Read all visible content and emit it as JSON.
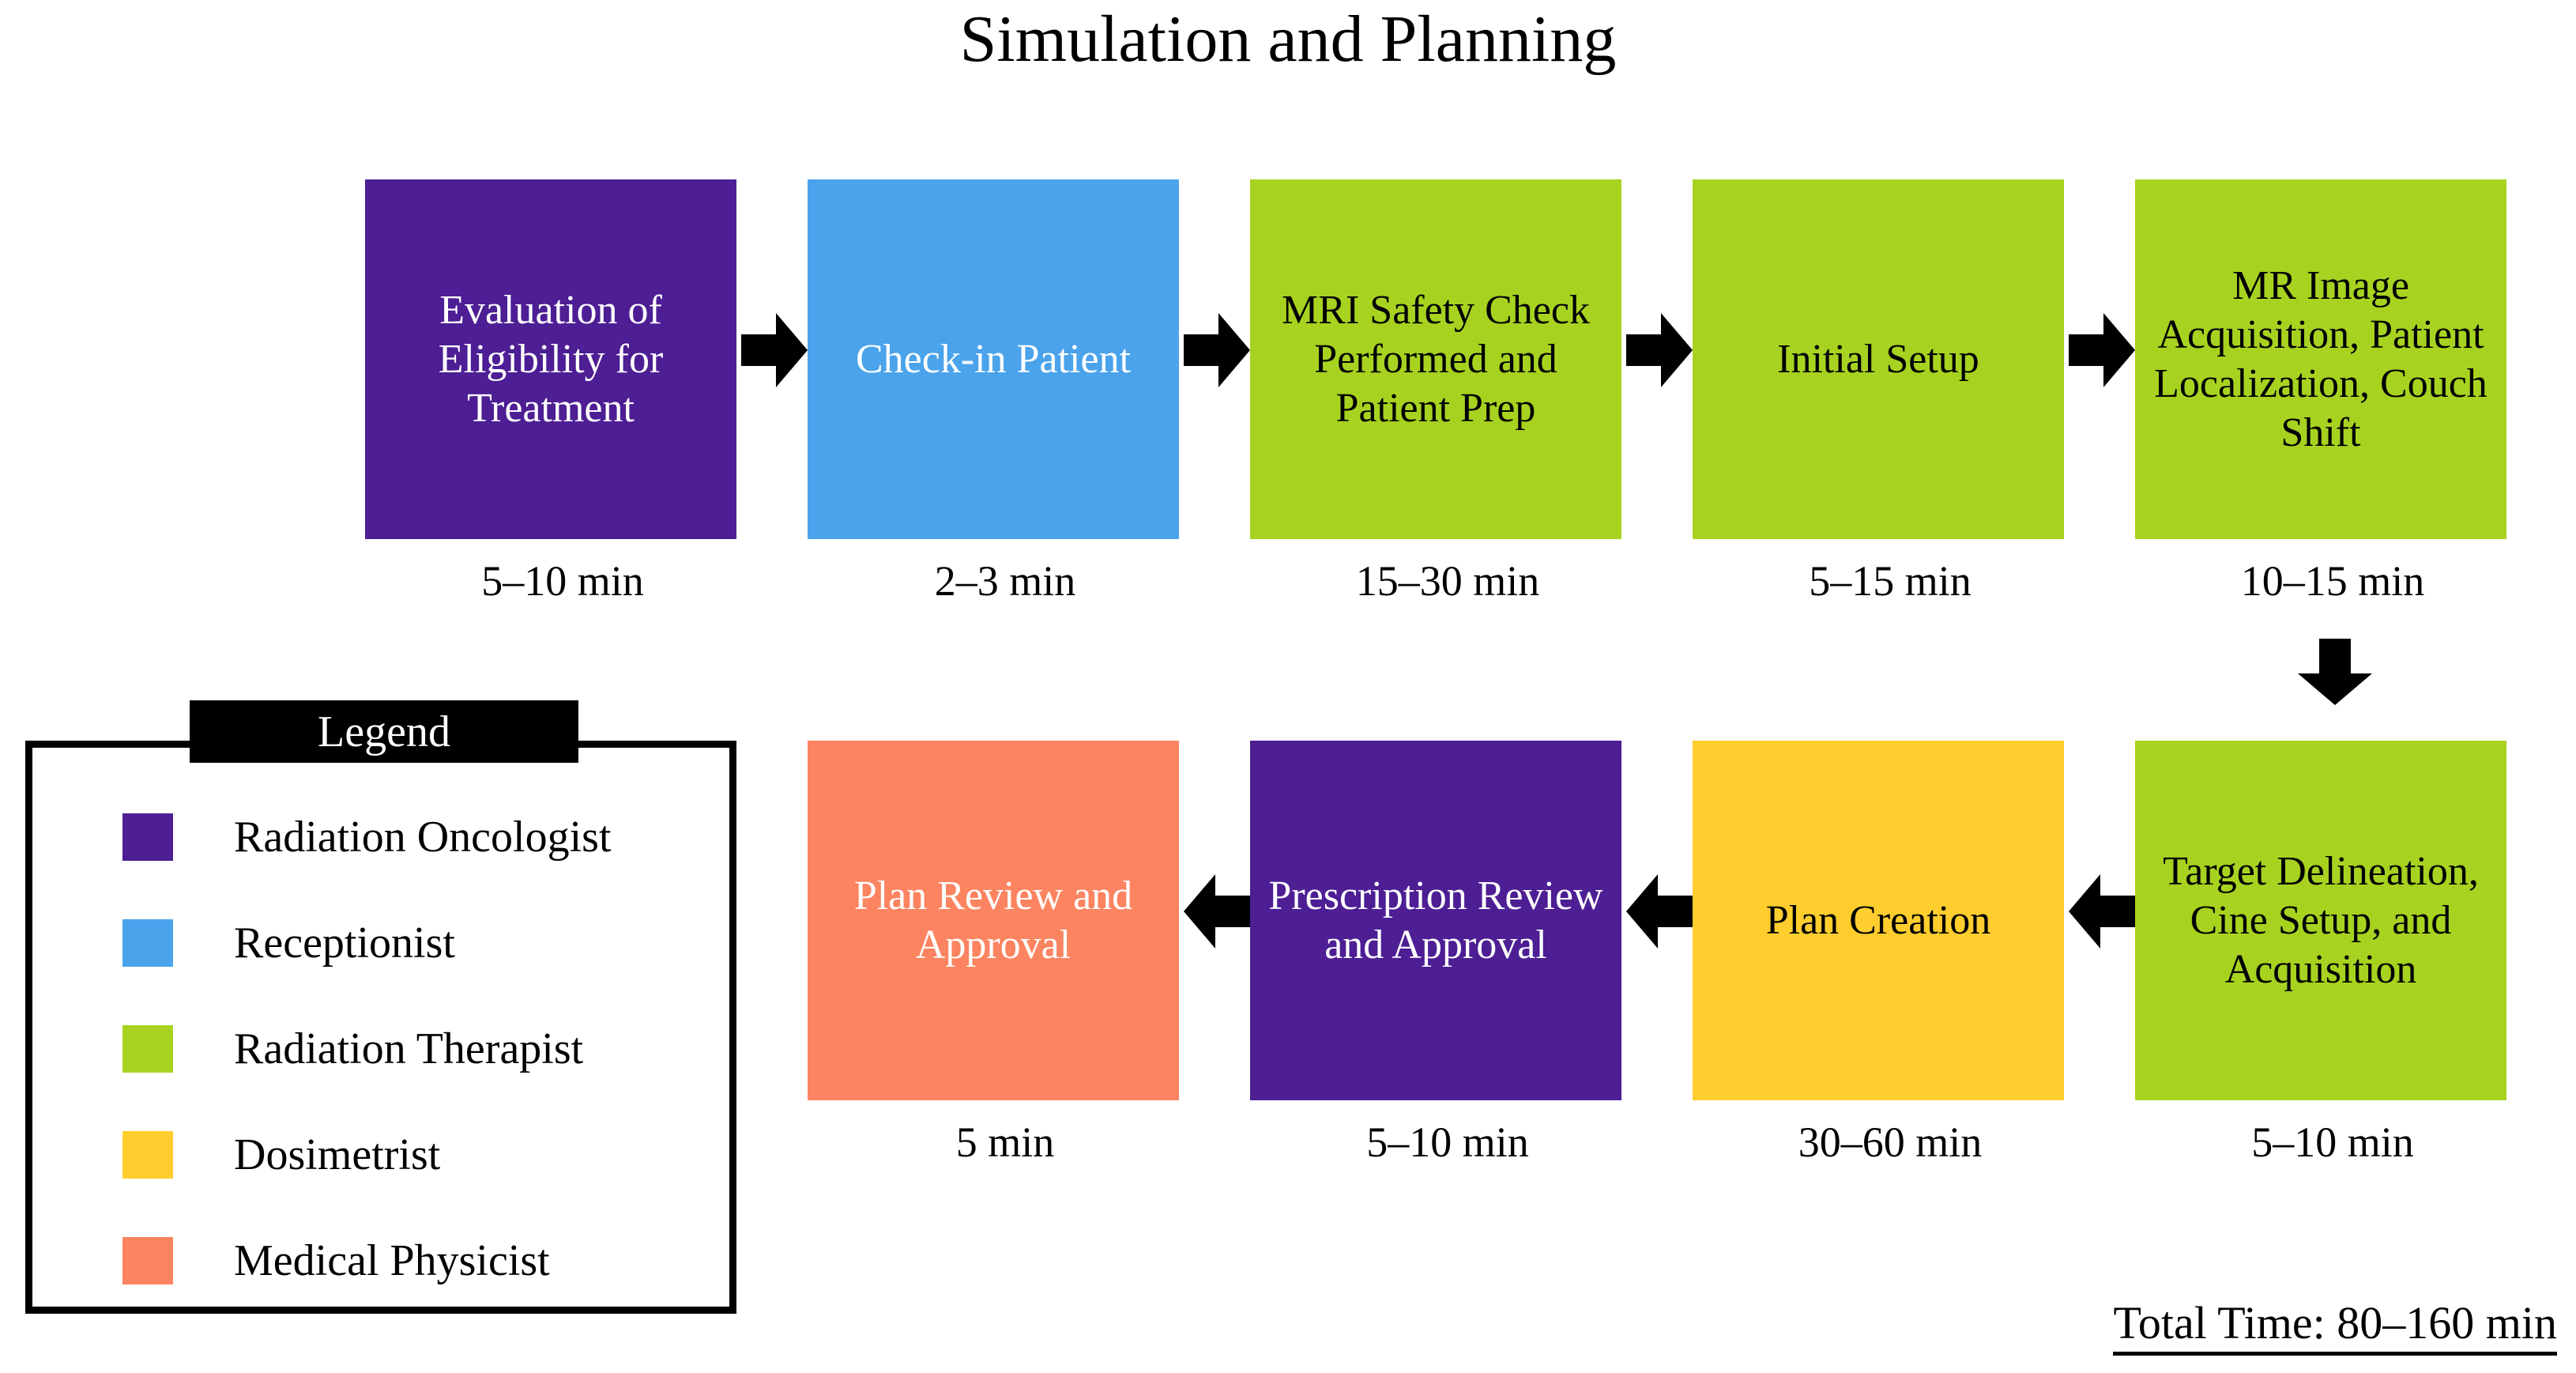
{
  "title": "Simulation and Planning",
  "colors": {
    "radiation_oncologist": "#4D1E94",
    "receptionist": "#4AA3EB",
    "radiation_therapist": "#A7D320",
    "dosimetrist": "#FFCE2E",
    "medical_physicist": "#FC8460",
    "arrow": "#000000",
    "legend_header_bg": "#000000",
    "legend_header_text": "#FFFFFF",
    "page_background": "#FFFFFF"
  },
  "steps": [
    {
      "id": "evaluation-of-eligibility",
      "label": "Evaluation of Eligibility for Treatment",
      "duration": "5–10 min",
      "role": "Radiation Oncologist",
      "color": "#4D1E94",
      "text_color": "#FFFFFF"
    },
    {
      "id": "check-in-patient",
      "label": "Check-in Patient",
      "duration": "2–3 min",
      "role": "Receptionist",
      "color": "#4AA3EB",
      "text_color": "#FFFFFF"
    },
    {
      "id": "mri-safety-check",
      "label": "MRI Safety Check Performed and Patient Prep",
      "duration": "15–30 min",
      "role": "Radiation Therapist",
      "color": "#A7D320",
      "text_color": "#000000"
    },
    {
      "id": "initial-setup",
      "label": "Initial Setup",
      "duration": "5–15 min",
      "role": "Radiation Therapist",
      "color": "#A7D320",
      "text_color": "#000000"
    },
    {
      "id": "mr-image-acquisition",
      "label": "MR Image Acquisition, Patient Localization, Couch Shift",
      "duration": "10–15 min",
      "role": "Radiation Therapist",
      "color": "#A7D320",
      "text_color": "#000000"
    },
    {
      "id": "target-delineation",
      "label": "Target Delineation, Cine Setup, and Acquisition",
      "duration": "5–10 min",
      "role": "Radiation Therapist",
      "color": "#A7D320",
      "text_color": "#000000"
    },
    {
      "id": "plan-creation",
      "label": "Plan Creation",
      "duration": "30–60 min",
      "role": "Dosimetrist",
      "color": "#FFCE2E",
      "text_color": "#000000"
    },
    {
      "id": "prescription-review",
      "label": "Prescription Review and Approval",
      "duration": "5–10 min",
      "role": "Radiation Oncologist",
      "color": "#4D1E94",
      "text_color": "#FFFFFF"
    },
    {
      "id": "plan-review",
      "label": "Plan Review and Approval",
      "duration": "5 min",
      "role": "Medical Physicist",
      "color": "#FC8460",
      "text_color": "#FFFFFF"
    }
  ],
  "legend": {
    "header": "Legend",
    "items": [
      {
        "label": "Radiation Oncologist",
        "color": "#4D1E94"
      },
      {
        "label": "Receptionist",
        "color": "#4AA3EB"
      },
      {
        "label": "Radiation Therapist",
        "color": "#A7D320"
      },
      {
        "label": "Dosimetrist",
        "color": "#FFCE2E"
      },
      {
        "label": "Medical Physicist",
        "color": "#FC8460"
      }
    ]
  },
  "total_time": "Total Time: 80–160 min"
}
